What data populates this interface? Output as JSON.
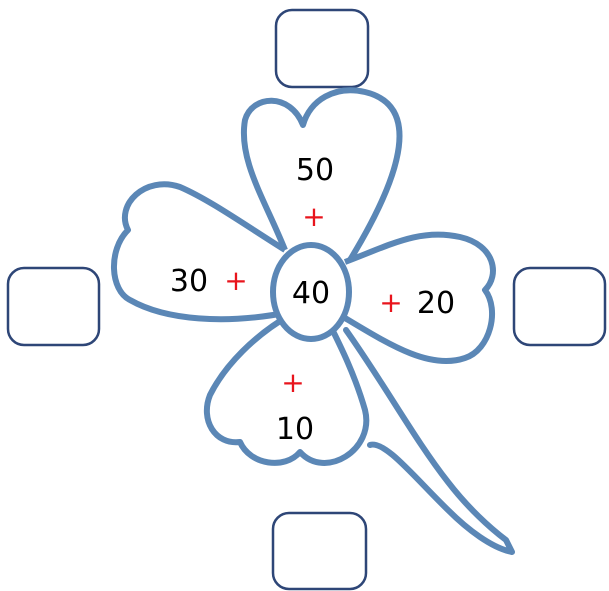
{
  "center": {
    "value": "40"
  },
  "petals": {
    "top": {
      "value": "50",
      "operator": "+"
    },
    "left": {
      "value": "30",
      "operator": "+"
    },
    "right": {
      "value": "20",
      "operator": "+"
    },
    "bottom": {
      "value": "10",
      "operator": "+"
    }
  },
  "answer_boxes": {
    "top": "",
    "left": "",
    "right": "",
    "bottom": ""
  },
  "colors": {
    "outline": "#5b87b6",
    "box_border": "#2e4677",
    "operator": "#e8141c",
    "text": "#000000"
  }
}
